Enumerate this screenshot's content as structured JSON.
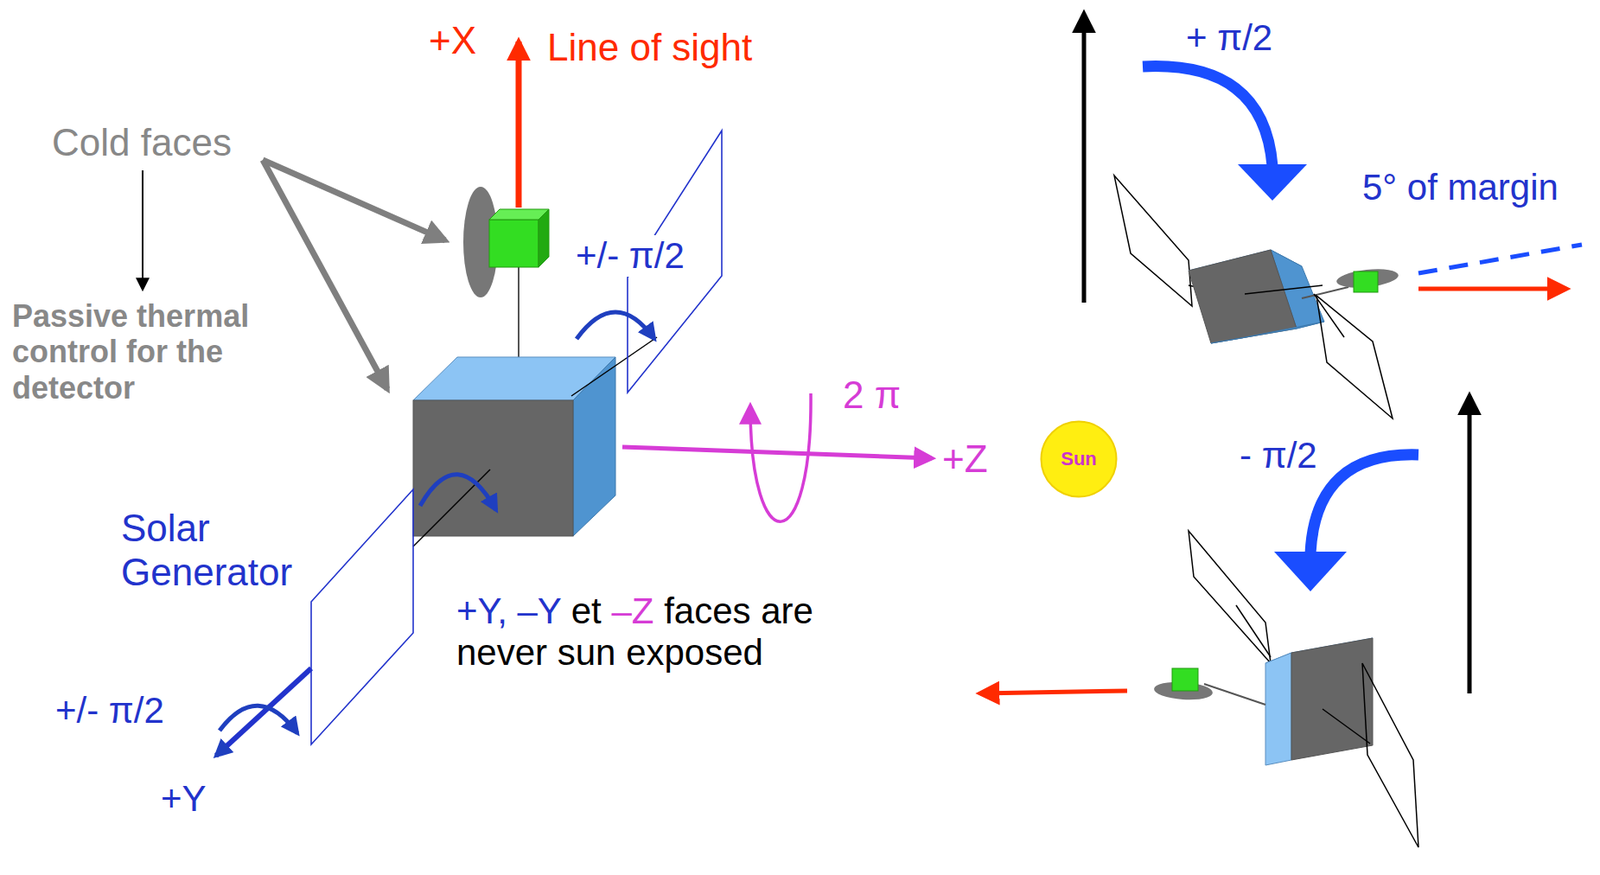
{
  "diagram": {
    "nodes": [
      {
        "text": [
          "Sun"
        ]
      }
    ],
    "labels": [
      "+X",
      "Line of sight",
      "Cold faces",
      "+/- π/2",
      "Passive thermal control for the detector",
      "2 π",
      "+Z",
      "Solar Generator",
      "+Y, –Y et –Z faces are never sun exposed",
      "+/- π/2",
      "+Y",
      "+ π/2",
      "5° of margin",
      "- π/2"
    ]
  }
}
